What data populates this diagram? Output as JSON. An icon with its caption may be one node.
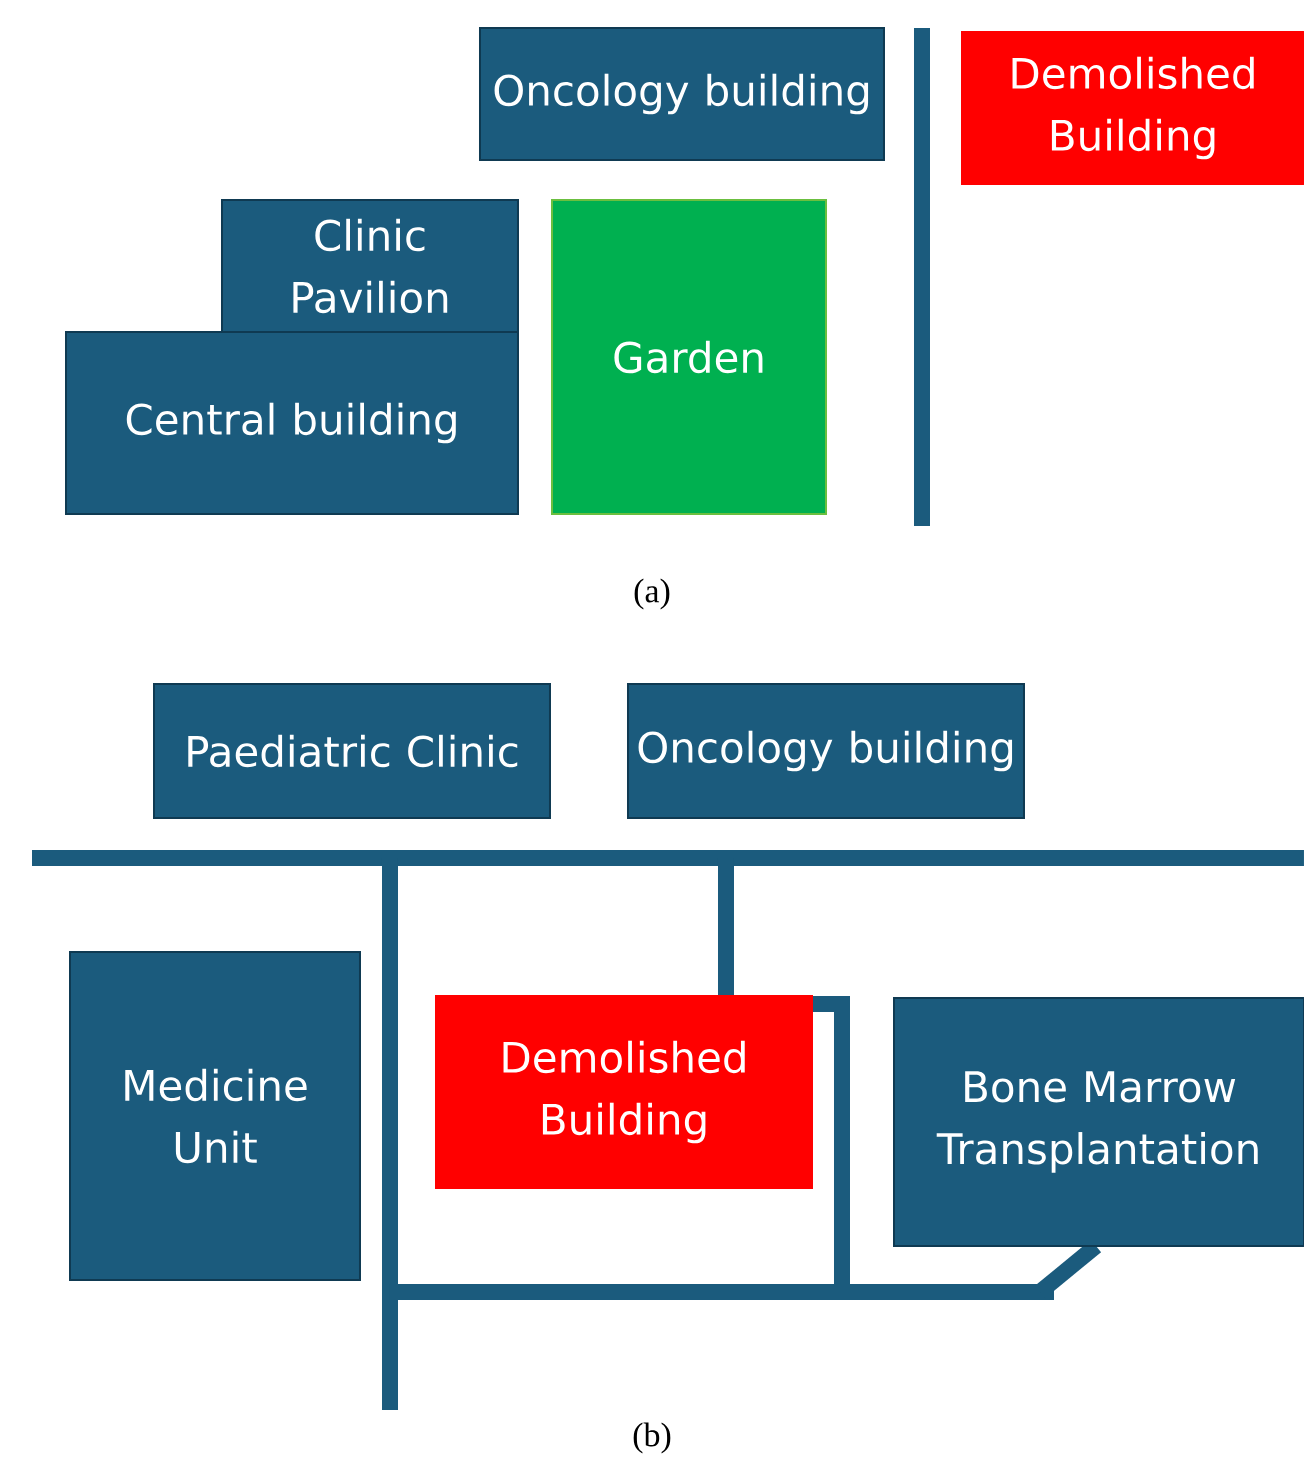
{
  "diagram": {
    "nodes": [
      {
        "text": [
          "Oncology building"
        ]
      },
      {
        "text": [
          "Demolished Building"
        ]
      },
      {
        "text": [
          "Clinic Pavilion"
        ]
      },
      {
        "text": [
          "Central building"
        ]
      },
      {
        "text": [
          "Garden"
        ]
      },
      {
        "text": [
          "Paediatric Clinic"
        ]
      },
      {
        "text": [
          "Oncology building"
        ]
      },
      {
        "text": [
          "Medicine Unit"
        ]
      },
      {
        "text": [
          "Demolished Building"
        ]
      },
      {
        "text": [
          "Bone Marrow Transplantation"
        ]
      }
    ],
    "labels": [
      "(a)",
      "(b)"
    ]
  }
}
